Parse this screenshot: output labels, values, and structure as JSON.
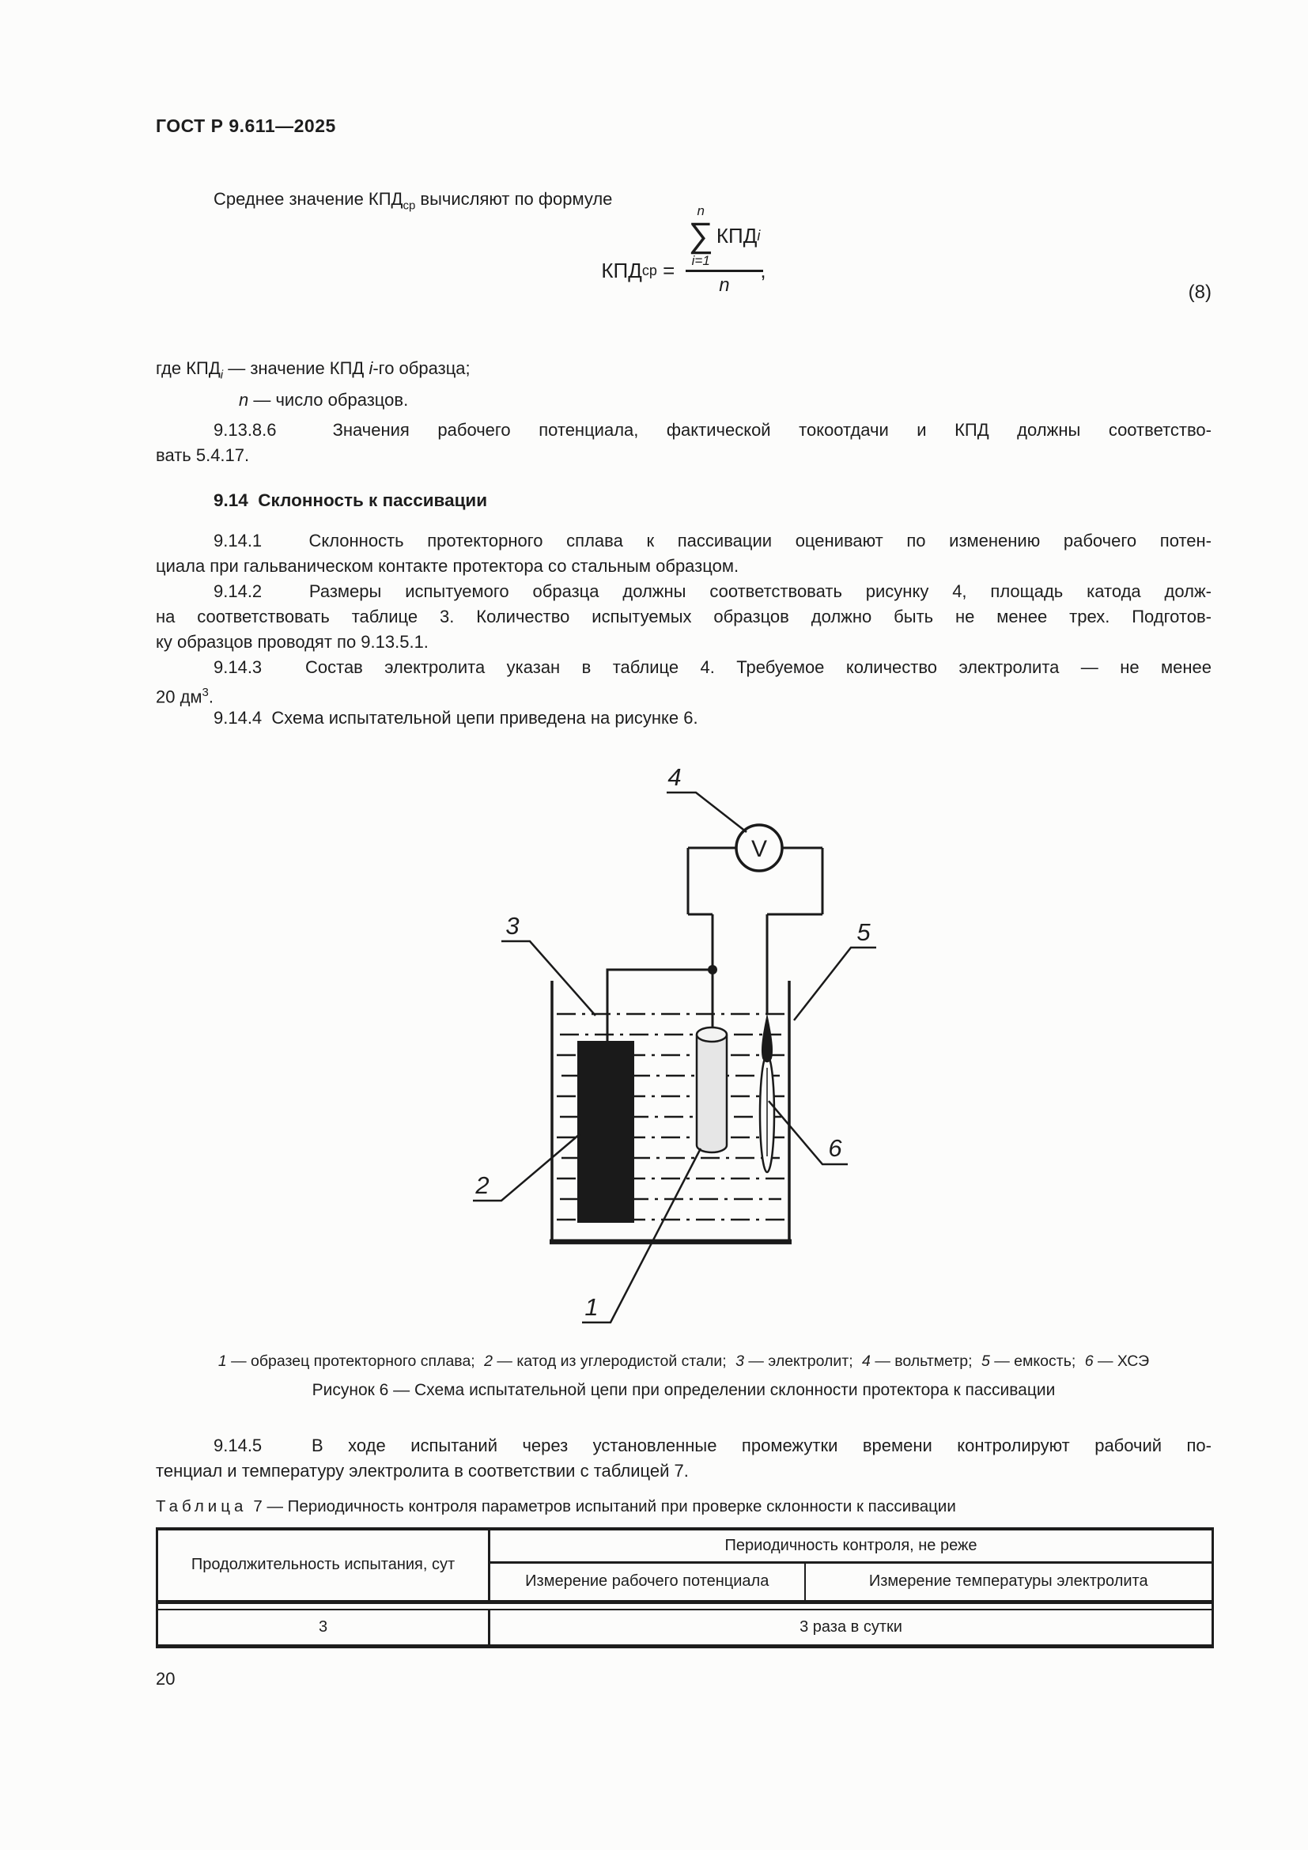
{
  "page": {
    "standard": "ГОСТ Р 9.611—2025",
    "number": "20"
  },
  "intro": {
    "pre": "Среднее значение КПД",
    "sub": "ср",
    "post": " вычисляют по формуле"
  },
  "formula": {
    "lhs": "КПД",
    "lhs_sub": "ср",
    "eq": " = ",
    "sum_top": "n",
    "sum_glyph": "∑",
    "sum_bot": "i=1",
    "summand": "КПД",
    "summand_sub": "i",
    "den": "n",
    "comma": ",",
    "number": "(8)"
  },
  "where": {
    "l1_t1": "где КПД",
    "l1_sub": "i",
    "l1_t2": " — значение КПД ",
    "l1_it": "i",
    "l1_t3": "-го образца;",
    "l2_it": "n",
    "l2_t": " — число образцов."
  },
  "para_91386": {
    "line1": "9.13.8.6  Значения рабочего потенциала, фактической токоотдачи и КПД должны соответство-",
    "line2": "вать 5.4.17."
  },
  "heading_914": "9.14  Склонность к пассивации",
  "para_9141": {
    "line1": "9.14.1  Склонность протекторного сплава к пассивации оценивают по изменению рабочего потен-",
    "line2": "циала при гальваническом контакте протектора со стальным образцом."
  },
  "para_9142": {
    "line1": "9.14.2  Размеры испытуемого образца должны соответствовать рисунку 4, площадь катода долж-",
    "line2": "на соответствовать таблице 3. Количество испытуемых образцов должно быть не менее трех. Подготов-",
    "line3": "ку образцов проводят по 9.13.5.1."
  },
  "para_9143": {
    "line1": "9.14.3  Состав электролита указан в таблице 4. Требуемое количество электролита — не менее",
    "line2_pre": "20 дм",
    "line2_sup": "3",
    "line2_post": "."
  },
  "para_9144": {
    "line1": "9.14.4  Схема испытательной цепи приведена на рисунке 6."
  },
  "figure": {
    "voltmeter": "V",
    "labels": {
      "l1": "1",
      "l2": "2",
      "l3": "3",
      "l4": "4",
      "l5": "5",
      "l6": "6"
    },
    "legend": [
      "1 — образец протекторного сплава;",
      "2 — катод из углеродистой стали;",
      "3 — электролит;",
      "4 — вольтметр;",
      "5 — емкость;",
      "6 — ХСЭ"
    ],
    "caption": "Рисунок 6 — Схема испытательной цепи при определении склонности протектора к пассивации"
  },
  "para_9145": {
    "line1": "9.14.5  В ходе испытаний через установленные промежутки времени контролируют рабочий по-",
    "line2": "тенциал и температуру электролита в соответствии с таблицей 7."
  },
  "table": {
    "title_label": "Таблица",
    "title_rest": "7 — Периодичность контроля параметров испытаний при проверке склонности к пассивации",
    "col1_header": "Продолжительность испытания, сут",
    "group_header": "Периодичность контроля, не реже",
    "sub_header1": "Измерение рабочего потенциала",
    "sub_header2": "Измерение температуры электролита",
    "row": {
      "duration": "3",
      "frequency": "3 раза в сутки"
    }
  }
}
